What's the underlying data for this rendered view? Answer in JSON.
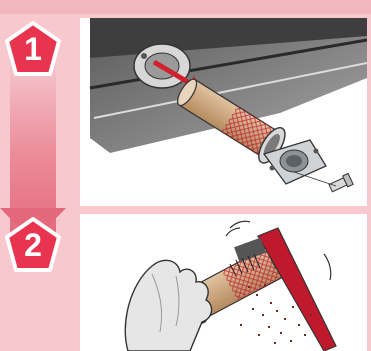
{
  "steps": [
    {
      "number": "1",
      "icon": "filter-removal-illustration"
    },
    {
      "number": "2",
      "icon": "filter-brushing-illustration"
    }
  ],
  "colors": {
    "background": "#f7c9cf",
    "badge": "#e8344f",
    "arrow": "#e3687c",
    "brush": "#c0192d",
    "filter": "#c9a27a"
  }
}
